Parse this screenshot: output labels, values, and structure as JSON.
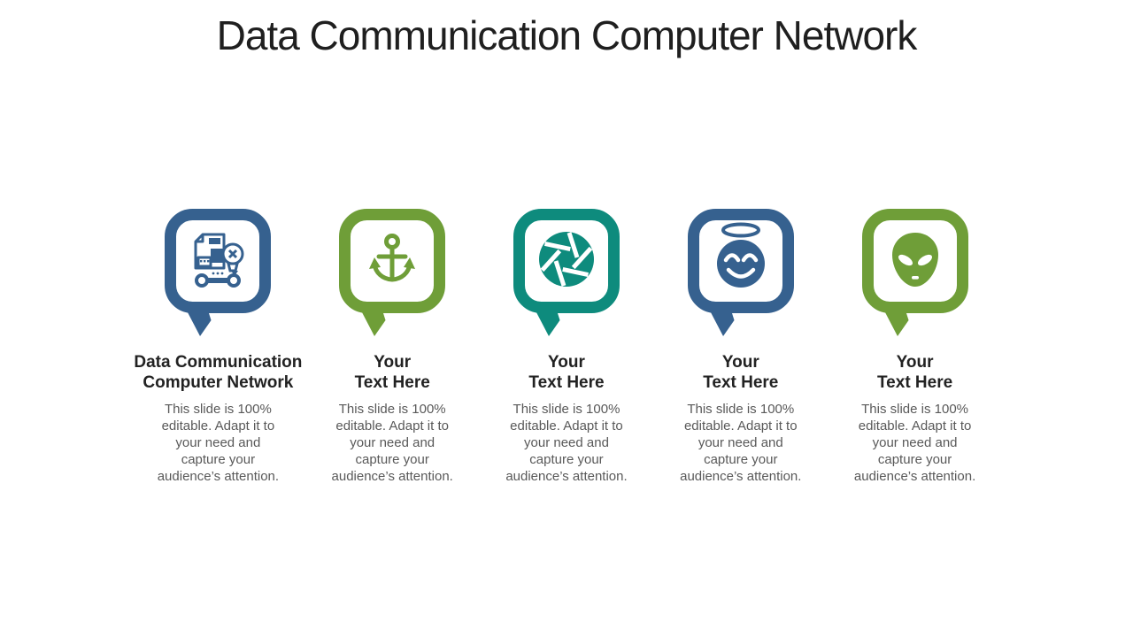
{
  "title": "Data Communication Computer Network",
  "colors": {
    "blue": "#36618f",
    "green": "#6f9e38",
    "teal": "#0e8b7d",
    "heading_text": "#222222",
    "body_text": "#595959"
  },
  "cards": [
    {
      "icon": "innovation-document-icon",
      "color": "#36618f",
      "heading": "Data Communication\nComputer Network",
      "body": "This slide is 100%\neditable. Adapt it to\nyour need and\ncapture your\naudience’s attention."
    },
    {
      "icon": "anchor-icon",
      "color": "#6f9e38",
      "heading": "Your\nText Here",
      "body": "This slide is 100%\neditable. Adapt it to\nyour need and\ncapture your\naudience’s attention."
    },
    {
      "icon": "aperture-icon",
      "color": "#0e8b7d",
      "heading": "Your\nText Here",
      "body": "This slide is 100%\neditable. Adapt it to\nyour need and\ncapture your\naudience’s attention."
    },
    {
      "icon": "innocent-smiley-icon",
      "color": "#36618f",
      "heading": "Your\nText Here",
      "body": "This slide is 100%\neditable. Adapt it to\nyour need and\ncapture your\naudience’s attention."
    },
    {
      "icon": "alien-icon",
      "color": "#6f9e38",
      "heading": "Your\nText Here",
      "body": "This slide is 100%\neditable. Adapt it to\nyour need and\ncapture your\naudience’s attention."
    }
  ]
}
